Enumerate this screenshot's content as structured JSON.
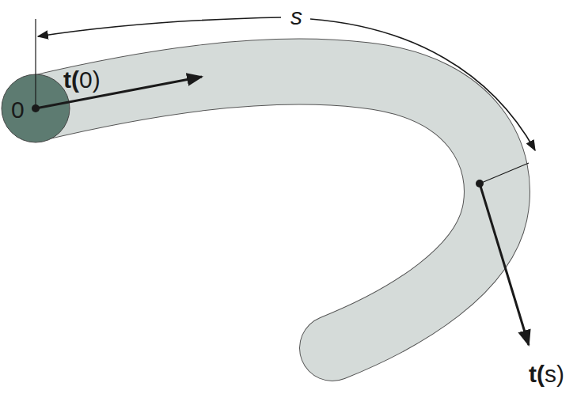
{
  "diagram": {
    "labels": [
      "s",
      "t(0)",
      "0",
      "t(s)"
    ]
  }
}
